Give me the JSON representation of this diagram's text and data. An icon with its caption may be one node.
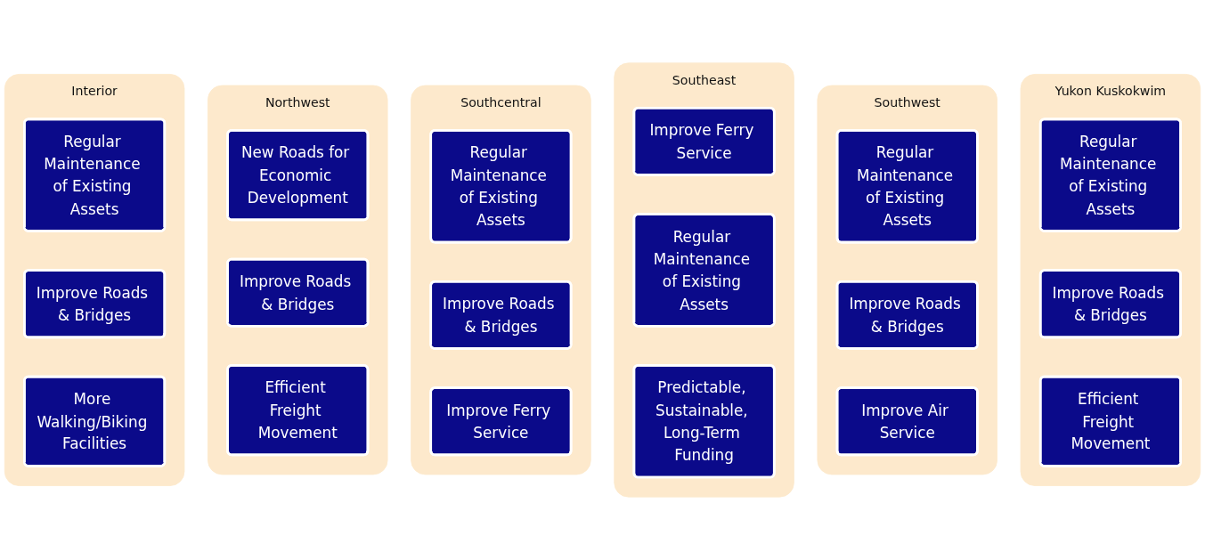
{
  "diagram": {
    "nodes": [
      {
        "text": [
          "Interior"
        ]
      },
      {
        "text": [
          "Regular Maintenance of Existing Assets"
        ],
        "in": 0
      },
      {
        "text": [
          "Improve Roads & Bridges"
        ],
        "in": 0
      },
      {
        "text": [
          "More Walking/Biking Facilities"
        ],
        "in": 0
      },
      {
        "text": [
          "Northwest"
        ]
      },
      {
        "text": [
          "New Roads for Economic Development"
        ],
        "in": 4
      },
      {
        "text": [
          "Improve Roads & Bridges"
        ],
        "in": 4
      },
      {
        "text": [
          "Efficient Freight Movement"
        ],
        "in": 4
      },
      {
        "text": [
          "Southcentral"
        ]
      },
      {
        "text": [
          "Regular Maintenance of Existing Assets"
        ],
        "in": 8
      },
      {
        "text": [
          "Improve Roads & Bridges"
        ],
        "in": 8
      },
      {
        "text": [
          "Improve Ferry Service"
        ],
        "in": 8
      },
      {
        "text": [
          "Southeast"
        ]
      },
      {
        "text": [
          "Improve Ferry Service"
        ],
        "in": 12
      },
      {
        "text": [
          "Regular Maintenance of Existing Assets"
        ],
        "in": 12
      },
      {
        "text": [
          "Predictable, Sustainable, Long-Term Funding"
        ],
        "in": 12
      },
      {
        "text": [
          "Southwest"
        ]
      },
      {
        "text": [
          "Regular Maintenance of Existing Assets"
        ],
        "in": 16
      },
      {
        "text": [
          "Improve Roads & Bridges"
        ],
        "in": 16
      },
      {
        "text": [
          "Improve Air Service"
        ],
        "in": 16
      },
      {
        "text": [
          "Yukon Kuskokwim"
        ]
      },
      {
        "text": [
          "Regular Maintenance of Existing Assets"
        ],
        "in": 20
      },
      {
        "text": [
          "Improve Roads & Bridges"
        ],
        "in": 20
      },
      {
        "text": [
          "Efficient Freight Movement"
        ],
        "in": 20
      }
    ]
  }
}
